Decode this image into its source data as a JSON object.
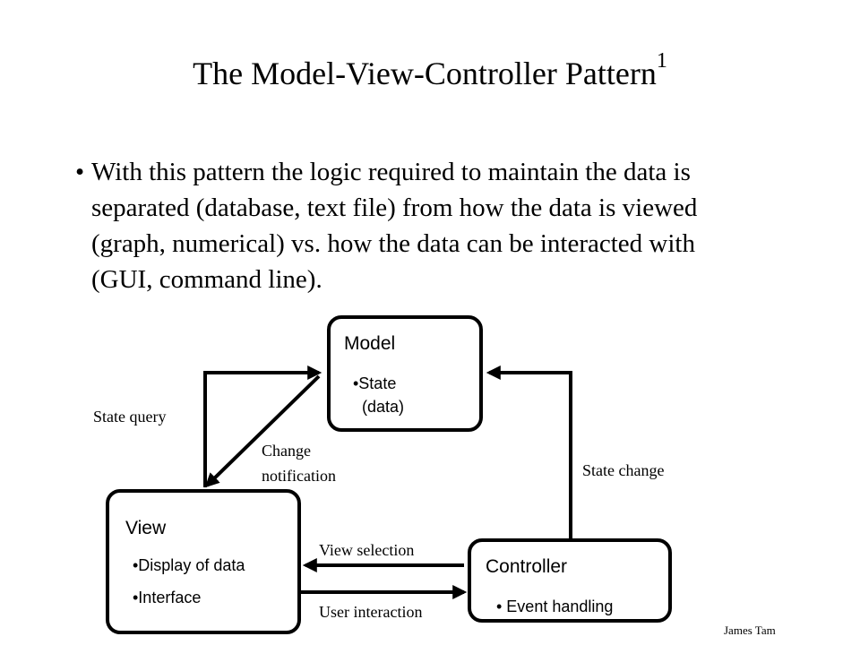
{
  "title": {
    "text": "The Model-View-Controller Pattern",
    "superscript": "1"
  },
  "bullet": {
    "marker": "•",
    "lines": [
      "With this pattern the logic required to maintain the data is",
      "separated (database, text file) from how the data is viewed",
      "(graph, numerical)  vs. how the data can be interacted with",
      "(GUI, command  line)."
    ]
  },
  "diagram": {
    "model": {
      "title": "Model",
      "items": [
        "•State",
        "(data)"
      ]
    },
    "view": {
      "title": "View",
      "items": [
        "•Display of data",
        "•Interface"
      ]
    },
    "controller": {
      "title": "Controller",
      "items": [
        "•   Event handling"
      ]
    },
    "labels": {
      "state_query": "State query",
      "change_notification_1": "Change",
      "change_notification_2": "notification",
      "state_change": "State change",
      "view_selection": "View selection",
      "user_interaction": "User interaction"
    }
  },
  "author": "James Tam"
}
